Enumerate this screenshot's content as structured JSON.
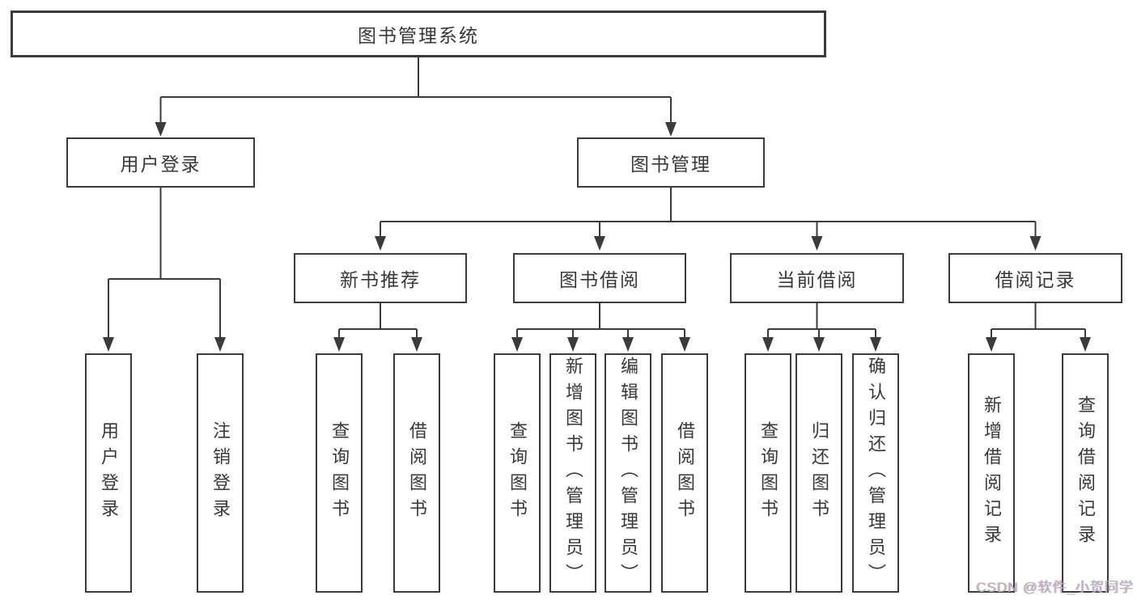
{
  "tree": {
    "root": {
      "label": "图书管理系统"
    },
    "branches": [
      {
        "label": "用户登录",
        "children": [
          {
            "label": "用户登录"
          },
          {
            "label": "注销登录"
          }
        ]
      },
      {
        "label": "图书管理",
        "children": [
          {
            "label": "新书推荐",
            "children": [
              {
                "label": "查询图书"
              },
              {
                "label": "借阅图书"
              }
            ]
          },
          {
            "label": "图书借阅",
            "children": [
              {
                "label": "查询图书"
              },
              {
                "label": "新增图书（管理员）"
              },
              {
                "label": "编辑图书（管理员）"
              },
              {
                "label": "借阅图书"
              }
            ]
          },
          {
            "label": "当前借阅",
            "children": [
              {
                "label": "查询图书"
              },
              {
                "label": "归还图书"
              },
              {
                "label": "确认归还（管理员）"
              }
            ]
          },
          {
            "label": "借阅记录",
            "children": [
              {
                "label": "新增借阅记录"
              },
              {
                "label": "查询借阅记录"
              }
            ]
          }
        ]
      }
    ]
  },
  "line_color": "#3b3b3b",
  "watermark": "CSDN @软件_小贺同学"
}
